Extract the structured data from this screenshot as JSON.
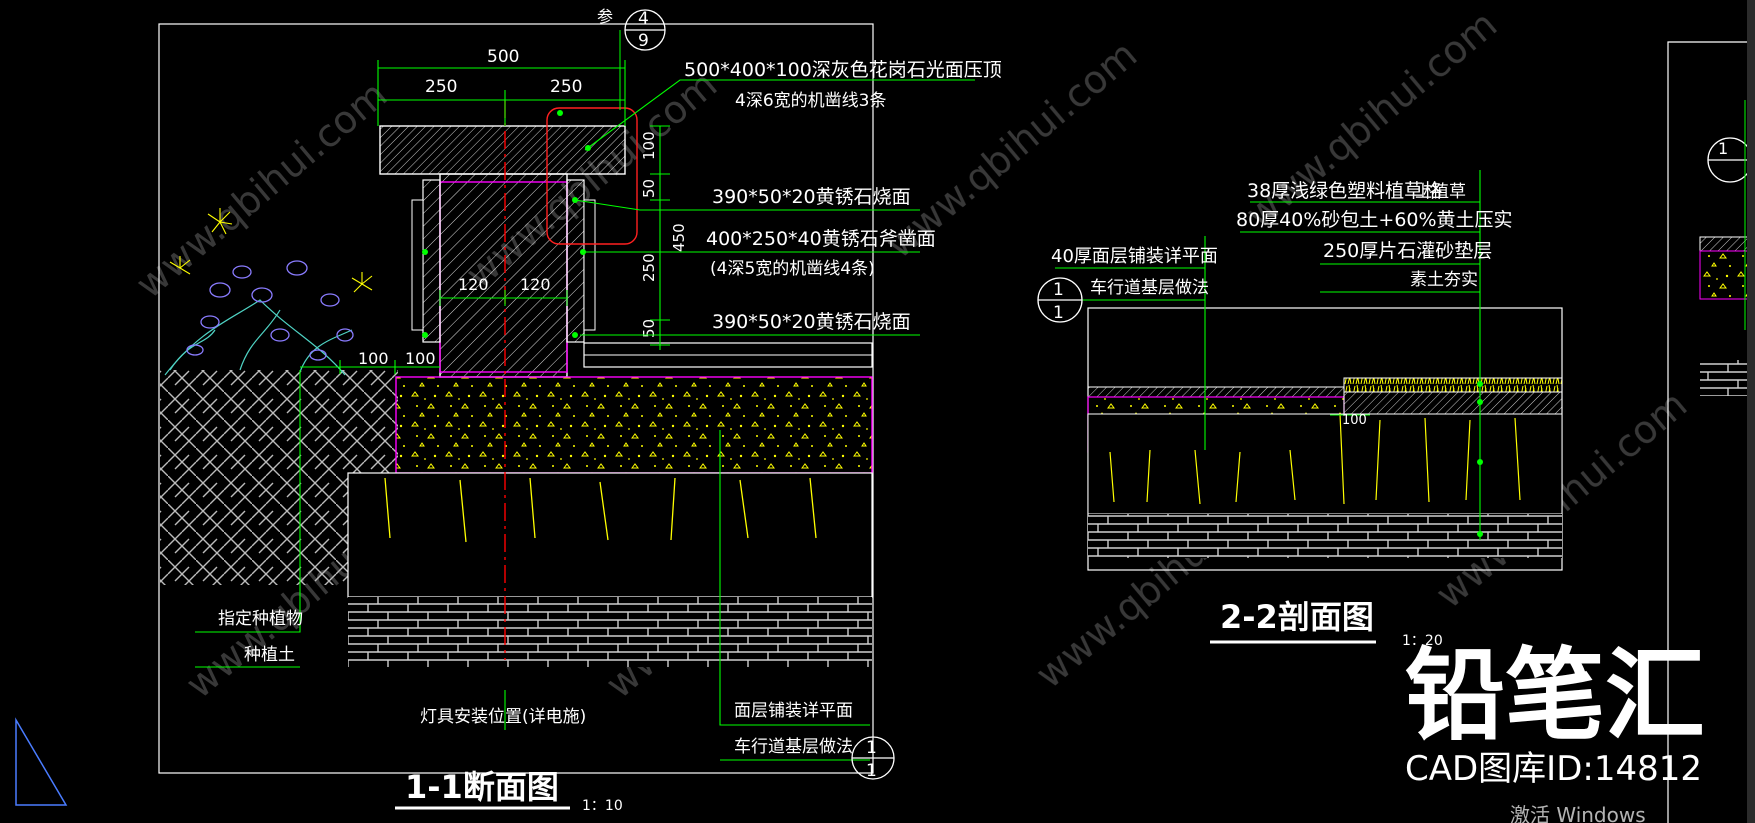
{
  "section_1": {
    "title": "1-1断面图",
    "scale": "1：10",
    "ref_prefix": "参",
    "ref_top": "4",
    "ref_bottom": "9",
    "dims": {
      "total_width": "500",
      "half_left": "250",
      "half_right": "250",
      "inner_left": "120",
      "inner_right": "120",
      "v100": "100",
      "v50_top": "50",
      "v450": "450",
      "v250": "250",
      "v50_bottom": "50",
      "left_100a": "100",
      "left_100b": "100"
    },
    "notes": [
      "500*400*100深灰色花岗石光面压顶",
      "4深6宽的机凿线3条",
      "390*50*20黄锈石烧面",
      "400*250*40黄锈石斧凿面",
      "(4深5宽的机凿线4条)",
      "390*50*20黄锈石烧面"
    ],
    "left_labels": [
      "指定种植物",
      "种植土"
    ],
    "bottom_labels": {
      "lamp": "灯具安装位置(详电施)",
      "surface": "面层铺装详平面",
      "base": "车行道基层做法"
    },
    "detail_ref": {
      "top": "1",
      "bottom": "1"
    }
  },
  "section_2": {
    "title": "2-2剖面图",
    "scale": "1：20",
    "notes_right": [
      "38厚浅绿色塑料植草格",
      "上植草",
      "80厚40%砂包土+60%黄土压实",
      "250厚片石灌砂垫层",
      "素土夯实"
    ],
    "notes_left": [
      "40厚面层铺装详平面",
      "车行道基层做法"
    ],
    "detail_ref": {
      "top": "1",
      "bottom": "1"
    },
    "dim": "100"
  },
  "right_partial": {
    "ref": "1"
  },
  "watermark": {
    "brand": "铅笔汇",
    "library": "CAD图库ID:14812",
    "diag_text": "www.qbihui.com",
    "windows_text": "激活 Windows"
  },
  "colors": {
    "background": "#000000",
    "leader": "#00ff00",
    "outline": "#ffffff",
    "fill_yellow": "#ffff00",
    "magenta": "#ff00ff",
    "axis_red": "#ff0000",
    "plant_violet": "#8a7cff",
    "plant_teal": "#4fd3c4",
    "ref_box_red": "#ff2020"
  }
}
